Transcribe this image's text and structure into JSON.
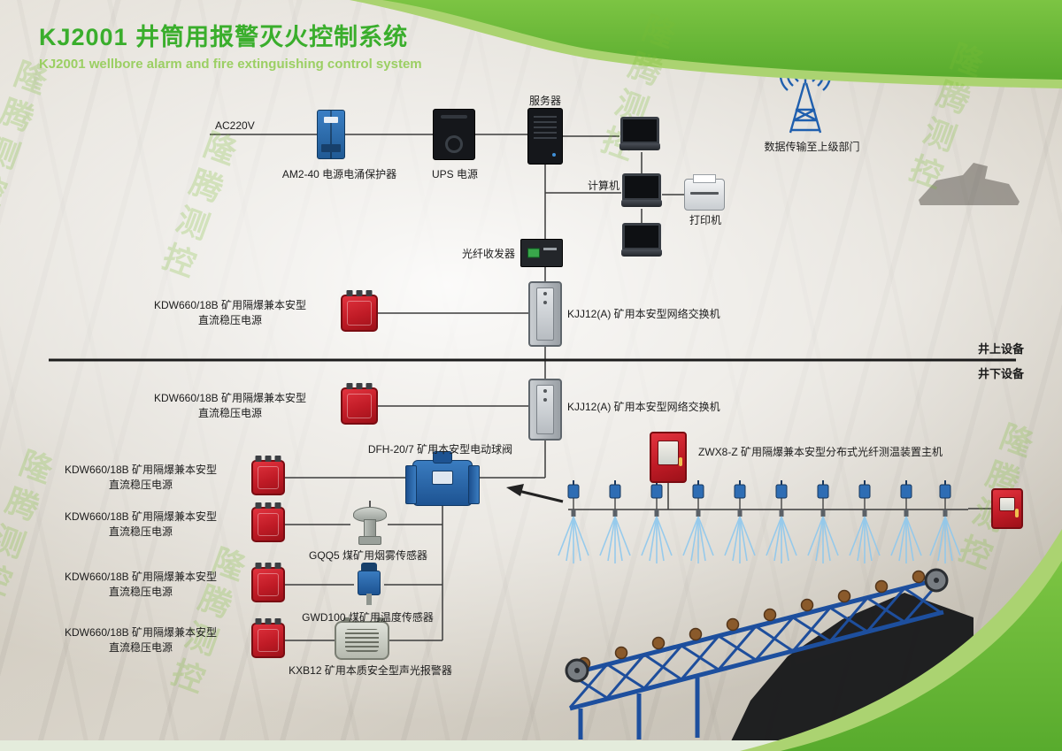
{
  "header": {
    "title": "KJ2001 井筒用报警灭火控制系统",
    "subtitle": "KJ2001 wellbore alarm and fire extinguishing control system"
  },
  "watermark": "隆腾测控",
  "zones": {
    "above": "井上设备",
    "below": "井下设备"
  },
  "labels": {
    "ac220v": "AC220V",
    "surge": "AM2-40 电源电涌保护器",
    "ups": "UPS 电源",
    "server": "服务器",
    "computer": "计算机",
    "printer": "打印机",
    "wireless": "数据传输至上级部门",
    "transceiver": "光纤收发器",
    "kdw_line1": "KDW660/18B 矿用隔爆兼本安型",
    "kdw_line2": "直流稳压电源",
    "switch1": "KJJ12(A) 矿用本安型网络交换机",
    "switch2": "KJJ12(A) 矿用本安型网络交换机",
    "valve": "DFH-20/7 矿用本安型电动球阀",
    "zwx8": "ZWX8-Z 矿用隔爆兼本安型分布式光纤测温装置主机",
    "smoke": "GQQ5 煤矿用烟雾传感器",
    "temp": "GWD100 煤矿用温度传感器",
    "alarm": "KXB12 矿用本质安全型声光报警器"
  },
  "colors": {
    "band_green": "#6fbc34",
    "band_light": "#abd371",
    "title_green": "#3aae2c",
    "subtitle_green": "#9bcf63",
    "device_red": "#c81e28",
    "device_blue": "#2b6fb5",
    "switch_gray": "#b3b8bd",
    "truss_blue": "#1d4f9e",
    "line": "#3c3c3c"
  }
}
